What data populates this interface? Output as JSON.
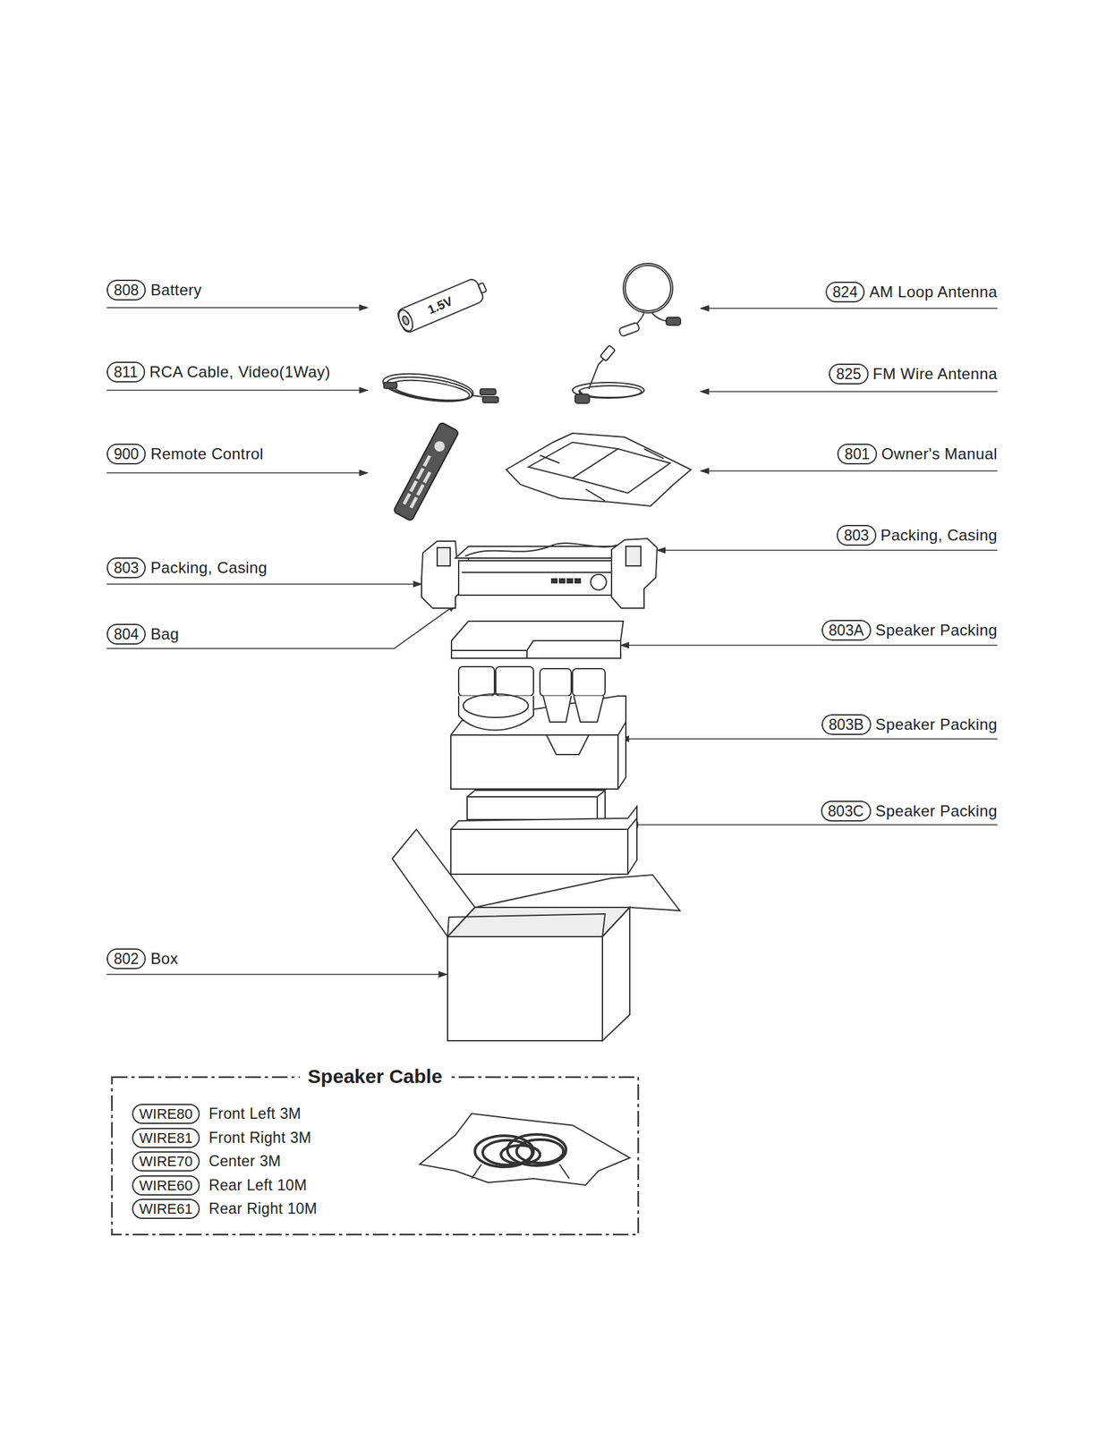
{
  "diagram": {
    "nodes": [
      {
        "text": [
          "808",
          "Battery"
        ]
      },
      {
        "text": [
          "824",
          "AM Loop Antenna"
        ]
      },
      {
        "text": [
          "811",
          "RCA Cable, Video(1Way)"
        ]
      },
      {
        "text": [
          "825",
          "FM Wire Antenna"
        ]
      },
      {
        "text": [
          "900",
          "Remote Control"
        ]
      },
      {
        "text": [
          "801",
          "Owner's Manual"
        ]
      },
      {
        "text": [
          "803",
          "Packing, Casing"
        ]
      },
      {
        "text": [
          "803",
          "Packing, Casing"
        ]
      },
      {
        "text": [
          "804",
          "Bag"
        ]
      },
      {
        "text": [
          "803A",
          "Speaker Packing"
        ]
      },
      {
        "text": [
          "803B",
          "Speaker Packing"
        ]
      },
      {
        "text": [
          "803C",
          "Speaker Packing"
        ]
      },
      {
        "text": [
          "802",
          "Box"
        ]
      },
      {
        "text": [
          "Speaker Cable"
        ]
      },
      {
        "text": [
          "WIRE80",
          "Front Left 3M"
        ],
        "in": 13
      },
      {
        "text": [
          "WIRE81",
          "Front Right 3M"
        ],
        "in": 13
      },
      {
        "text": [
          "WIRE70",
          "Center 3M"
        ],
        "in": 13
      },
      {
        "text": [
          "WIRE60",
          "Rear Left 10M"
        ],
        "in": 13
      },
      {
        "text": [
          "WIRE61",
          "Rear Right 10M"
        ],
        "in": 13
      }
    ],
    "labels": [
      "1.5V"
    ]
  }
}
